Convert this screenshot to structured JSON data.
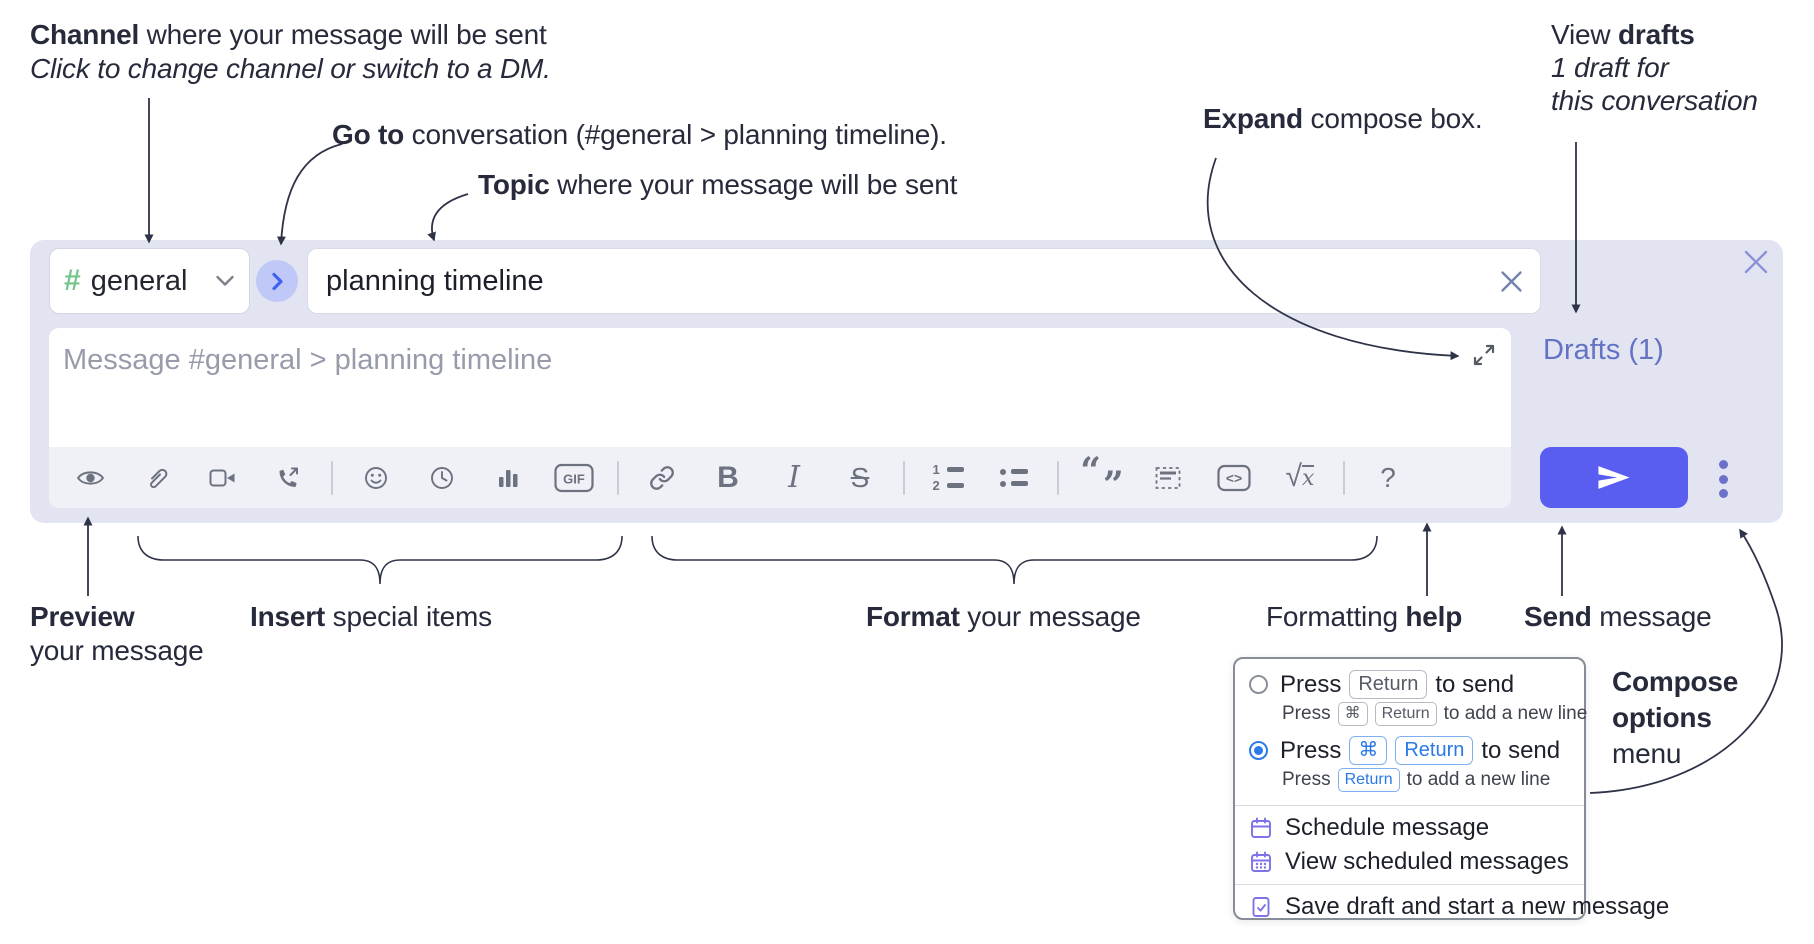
{
  "annotations": {
    "channel": {
      "bold": "Channel",
      "rest": " where your message will be sent",
      "line2": "Click to change channel or switch to a DM."
    },
    "goto": {
      "bold": "Go to",
      "rest": " conversation (#general > planning timeline)."
    },
    "topic": {
      "bold": "Topic",
      "rest": " where your message will be sent"
    },
    "expand": {
      "bold": "Expand",
      "rest": " compose box."
    },
    "drafts": {
      "pre": "View ",
      "bold": "drafts",
      "line2": "1 draft for",
      "line3": "this conversation"
    },
    "preview": {
      "bold": "Preview",
      "line2": "your message"
    },
    "insert": {
      "bold": "Insert",
      "rest": " special items"
    },
    "format": {
      "bold": "Format",
      "rest": " your message"
    },
    "help": {
      "pre": "Formatting ",
      "bold": "help"
    },
    "send": {
      "bold": "Send",
      "rest": " message"
    },
    "compose_options": {
      "line1": "Compose",
      "line2": "options",
      "line3": "menu"
    }
  },
  "compose": {
    "hash": "#",
    "channel": "general",
    "topic": "planning timeline",
    "placeholder": "Message #general > planning timeline",
    "drafts_link": "Drafts (1)",
    "glyphs": {
      "gif": "GIF",
      "bold": "B",
      "italic": "I",
      "strike": "S",
      "code": "<>",
      "sqrt": "√",
      "x": "x",
      "help": "?",
      "quote_open": "“",
      "quote_close": "”",
      "one": "1",
      "two": "2"
    }
  },
  "menu": {
    "options": [
      {
        "pre": "Press",
        "key1": "Return",
        "post": "to send",
        "sub_pre": "Press",
        "sub_key1": "⌘",
        "sub_key2": "Return",
        "sub_post": "to add a new line"
      },
      {
        "pre": "Press",
        "key1": "⌘",
        "key2": "Return",
        "post": "to send",
        "sub_pre": "Press",
        "sub_key1": "Return",
        "sub_post": "to add a new line"
      }
    ],
    "items": [
      {
        "label": "Schedule message"
      },
      {
        "label": "View scheduled messages"
      },
      {
        "label": "Save draft and start a new message"
      }
    ]
  },
  "colors": {
    "accent_send": "#5a5ef0",
    "compose_bg": "#e2e4f2",
    "drafts_link": "#6472c4",
    "hash_green": "#76c68c",
    "radio_selected": "#2b7ce9",
    "menu_icon_purple": "#7c72e9",
    "annotation_ink": "#2f3347"
  }
}
